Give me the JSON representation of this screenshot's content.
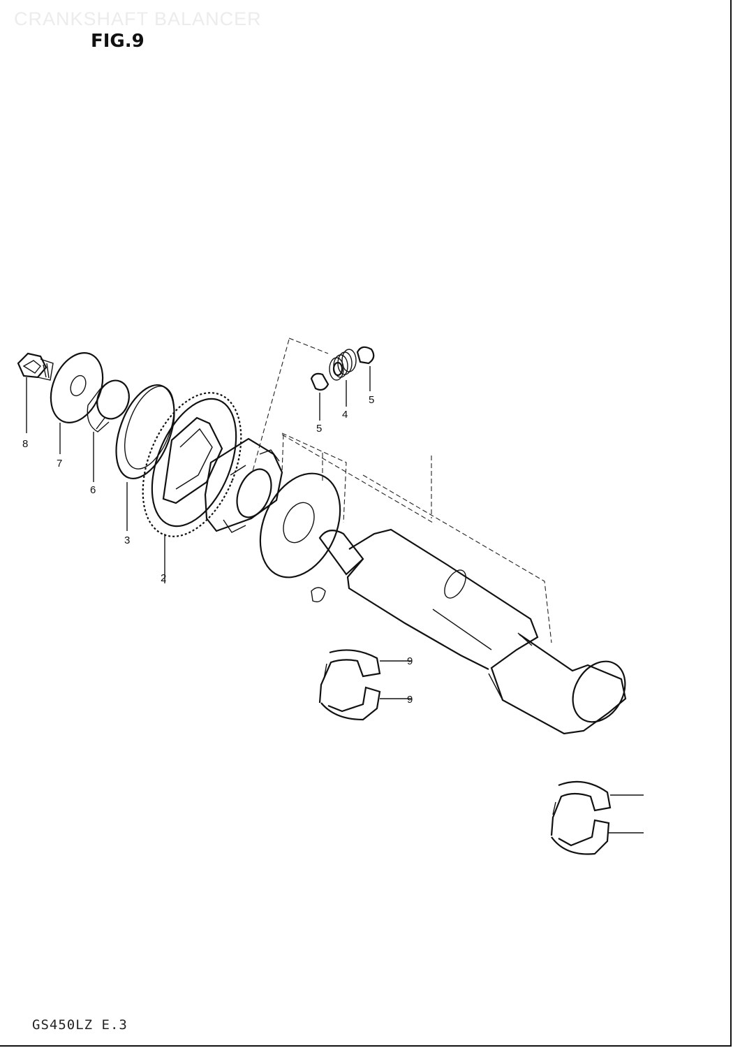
{
  "header": {
    "section_title": "CRANKSHAFT BALANCER",
    "figure_label": "FIG.9"
  },
  "footer": {
    "model_code": "GS450LZ E.3"
  },
  "callouts": {
    "c8": "8",
    "c7": "7",
    "c6": "6",
    "c3": "3",
    "c2": "2",
    "c5a": "5",
    "c4": "4",
    "c5b": "5",
    "c9a": "9",
    "c9b": "9"
  },
  "colors": {
    "ink": "#111111",
    "paper": "#ffffff"
  }
}
